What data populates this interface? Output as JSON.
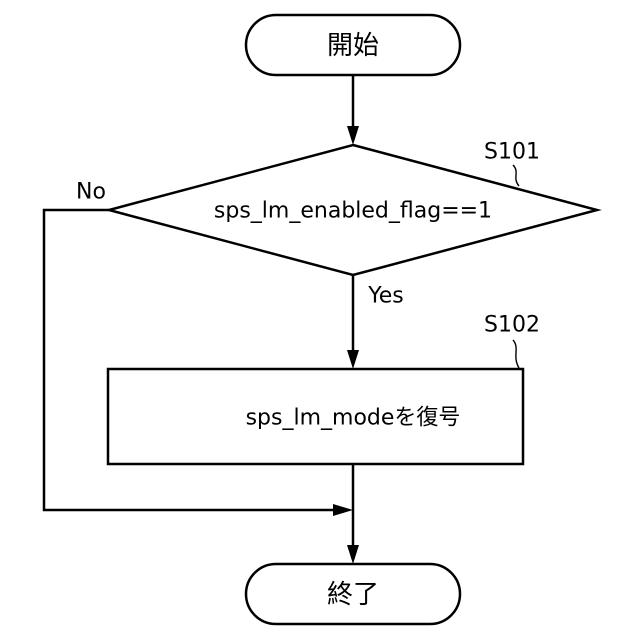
{
  "diagram": {
    "nodes": {
      "start": {
        "text": "開始"
      },
      "decision": {
        "text": "sps_lm_enabled_flag==1",
        "step_id": "S101"
      },
      "process": {
        "text": "sps_lm_modeを復号",
        "step_id": "S102"
      },
      "end": {
        "text": "終了"
      }
    },
    "edges": {
      "no_label": "No",
      "yes_label": "Yes"
    }
  }
}
